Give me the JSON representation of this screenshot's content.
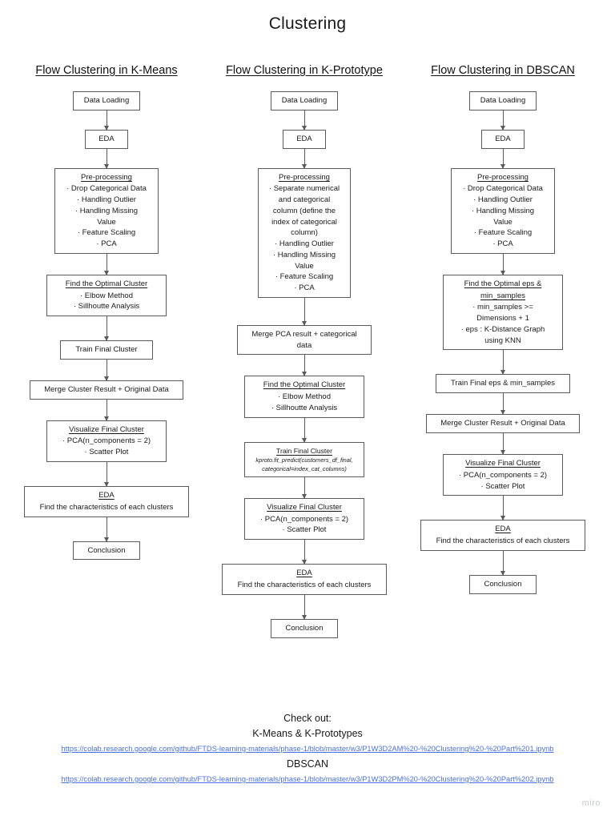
{
  "page": {
    "title": "Clustering",
    "watermark": "miro"
  },
  "columns": [
    {
      "id": "kmeans",
      "title": "Flow Clustering in K-Means",
      "nodes": [
        {
          "name": "data-loading",
          "lines": [
            "Data Loading"
          ]
        },
        {
          "name": "eda",
          "lines": [
            "EDA"
          ]
        },
        {
          "name": "pre-processing",
          "header": "Pre-processing",
          "lines": [
            "·  Drop Categorical Data",
            "·  Handling Outlier",
            "·  Handling Missing",
            "Value",
            "·  Feature Scaling",
            "·  PCA"
          ]
        },
        {
          "name": "find-optimal-cluster",
          "header": "Find the Optimal Cluster",
          "lines": [
            "·  Elbow Method",
            "·  Sillhoutte Analysis"
          ]
        },
        {
          "name": "train-final-cluster",
          "lines": [
            "Train Final Cluster"
          ]
        },
        {
          "name": "merge-cluster-result",
          "lines": [
            "Merge Cluster Result + Original Data"
          ]
        },
        {
          "name": "visualize-final-cluster",
          "header": "Visualize Final Cluster",
          "lines": [
            "·  PCA(n_components = 2)",
            "·  Scatter Plot"
          ]
        },
        {
          "name": "eda-characteristics",
          "header": "EDA",
          "lines": [
            "Find the characteristics of each clusters"
          ]
        },
        {
          "name": "conclusion",
          "lines": [
            "Conclusion"
          ]
        }
      ]
    },
    {
      "id": "kproto",
      "title": "Flow Clustering in K-Prototype",
      "nodes": [
        {
          "name": "data-loading",
          "lines": [
            "Data Loading"
          ]
        },
        {
          "name": "eda",
          "lines": [
            "EDA"
          ]
        },
        {
          "name": "pre-processing",
          "header": "Pre-processing",
          "lines": [
            "·  Separate numerical",
            "and categorical",
            "column (define the",
            "index of categorical",
            "column)",
            "·  Handling Outlier",
            "·  Handling Missing",
            "Value",
            "·  Feature Scaling",
            "·  PCA"
          ]
        },
        {
          "name": "merge-pca-result",
          "lines": [
            "Merge PCA result + categorical",
            "data"
          ]
        },
        {
          "name": "find-optimal-cluster",
          "header": "Find the Optimal Cluster",
          "lines": [
            "·  Elbow Method",
            "·  Sillhoutte Analysis"
          ]
        },
        {
          "name": "train-final-cluster",
          "header": "Train Final Cluster",
          "code": [
            "kproto.fit_predict(customers_df_final,",
            "categorical=index_cat_columns)"
          ]
        },
        {
          "name": "visualize-final-cluster",
          "header": "Visualize Final Cluster",
          "lines": [
            "·  PCA(n_components = 2)",
            "·  Scatter Plot"
          ]
        },
        {
          "name": "eda-characteristics",
          "header": "EDA",
          "lines": [
            "Find the characteristics of each clusters"
          ]
        },
        {
          "name": "conclusion",
          "lines": [
            "Conclusion"
          ]
        }
      ]
    },
    {
      "id": "dbscan",
      "title": "Flow Clustering in DBSCAN",
      "nodes": [
        {
          "name": "data-loading",
          "lines": [
            "Data Loading"
          ]
        },
        {
          "name": "eda",
          "lines": [
            "EDA"
          ]
        },
        {
          "name": "pre-processing",
          "header": "Pre-processing",
          "lines": [
            "·  Drop Categorical Data",
            "·  Handling Outlier",
            "·  Handling Missing",
            "Value",
            "·  Feature Scaling",
            "·  PCA"
          ]
        },
        {
          "name": "find-optimal-eps",
          "header": "Find the Optimal eps &",
          "header2": "min_samples",
          "lines": [
            "·  min_samples >=",
            "Dimensions + 1",
            "·  eps : K-Distance Graph",
            "using KNN"
          ]
        },
        {
          "name": "train-final-eps",
          "lines": [
            "Train Final eps & min_samples"
          ]
        },
        {
          "name": "merge-cluster-result",
          "lines": [
            "Merge Cluster Result + Original Data"
          ]
        },
        {
          "name": "visualize-final-cluster",
          "header": "Visualize Final Cluster",
          "lines": [
            "·  PCA(n_components = 2)",
            "·  Scatter Plot"
          ]
        },
        {
          "name": "eda-characteristics",
          "header": "EDA",
          "lines": [
            "Find the characteristics of each clusters"
          ]
        },
        {
          "name": "conclusion",
          "lines": [
            "Conclusion"
          ]
        }
      ]
    }
  ],
  "footer": {
    "check_out": "Check out:",
    "label_kmeans": "K-Means & K-Prototypes",
    "link_kmeans": "https://colab.research.google.com/github/FTDS-learning-materials/phase-1/blob/master/w3/P1W3D2AM%20-%20Clustering%20-%20Part%201.ipynb",
    "label_dbscan": "DBSCAN",
    "link_dbscan": "https://colab.research.google.com/github/FTDS-learning-materials/phase-1/blob/master/w3/P1W3D2PM%20-%20Clustering%20-%20Part%202.ipynb"
  }
}
